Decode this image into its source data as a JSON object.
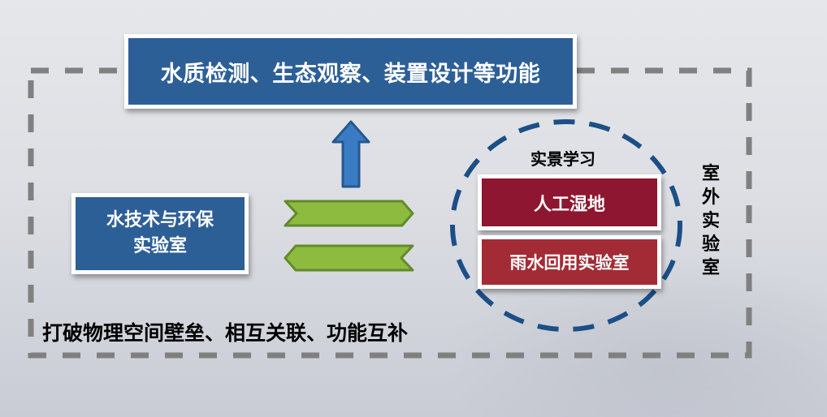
{
  "diagram": {
    "top_box": {
      "text": "水质检测、生态观察、装置设计等功能"
    },
    "left_box": {
      "line1": "水技术与环保",
      "line2": "实验室"
    },
    "circle_group": {
      "title": "实景学习",
      "items": [
        {
          "text": "人工湿地"
        },
        {
          "text": "雨水回用实验室"
        }
      ]
    },
    "outdoor_label": "室外实验室",
    "bottom_label": "打破物理空间壁垒、相互关联、功能互补",
    "arrows": [
      {
        "direction": "up",
        "color": "#3a7cc4"
      },
      {
        "direction": "right",
        "color": "#8cbb3f"
      },
      {
        "direction": "left",
        "color": "#8cbb3f"
      }
    ],
    "colors": {
      "blue_box": "#2d5f97",
      "wetland_box": "#8e1630",
      "rain_box": "#a32b35",
      "dashed_frame": "#808080",
      "dashed_circle": "#1c4f86"
    }
  }
}
